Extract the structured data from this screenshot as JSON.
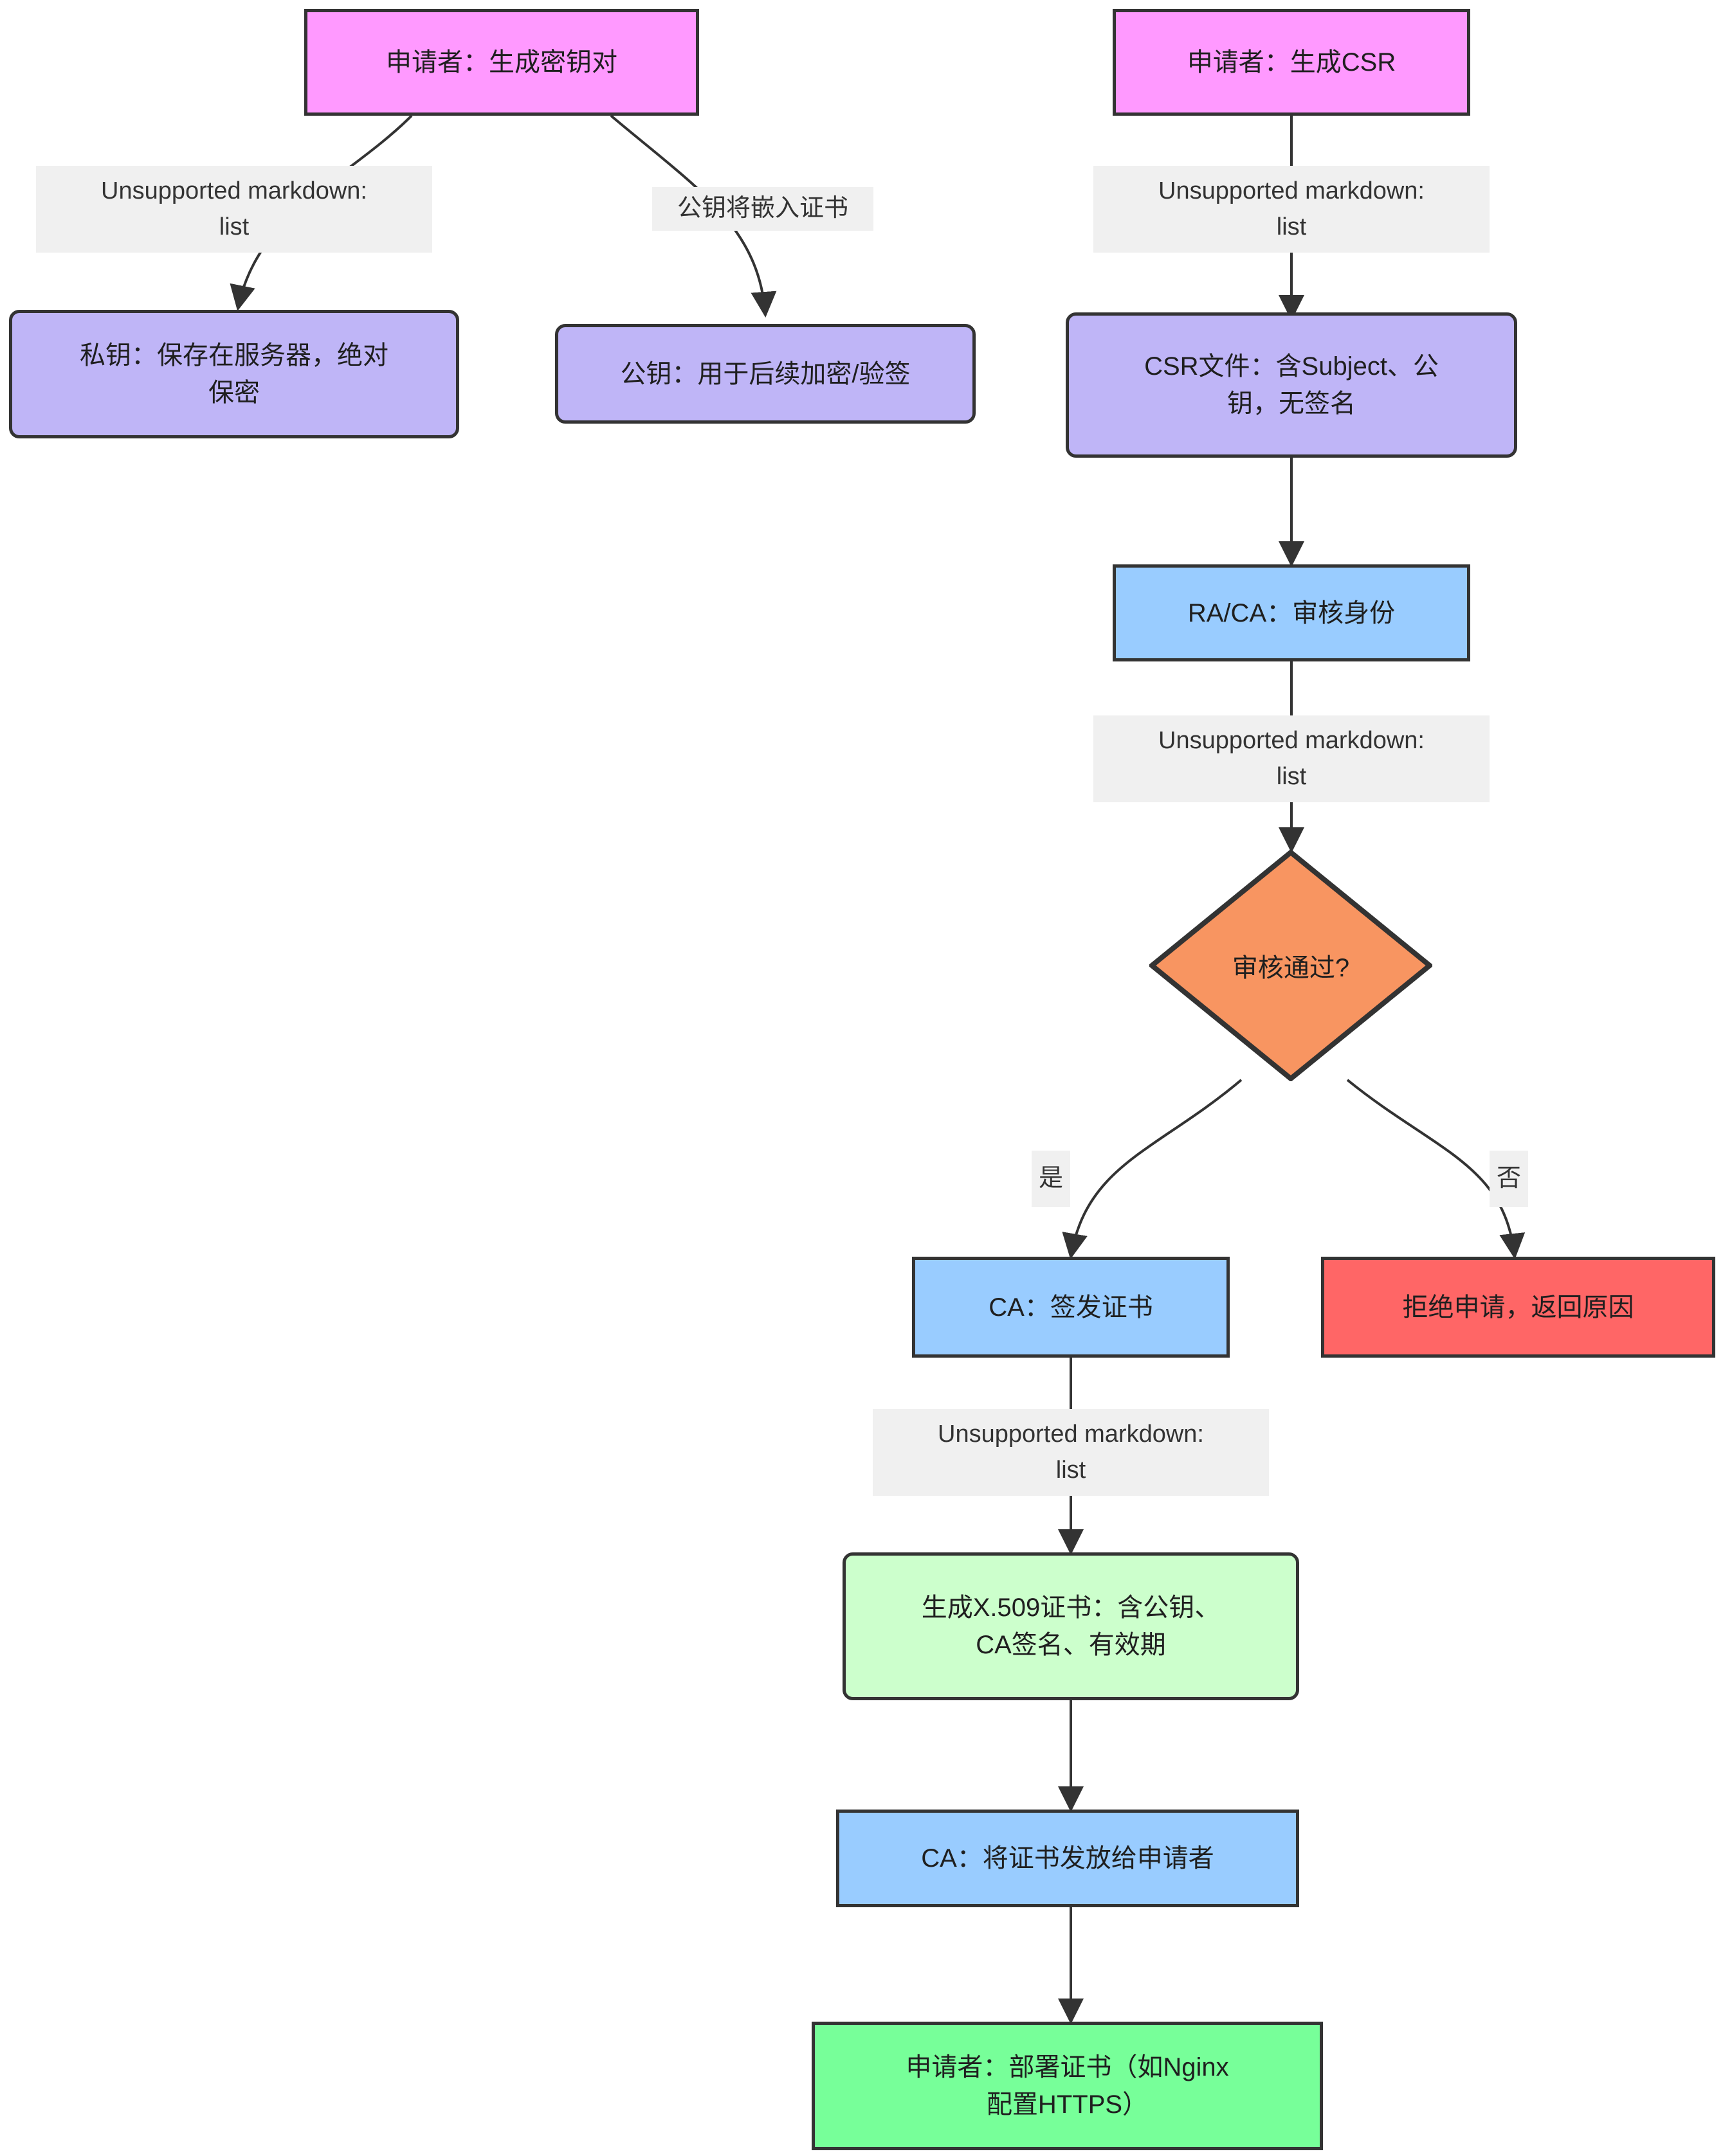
{
  "diagram": {
    "type": "flowchart",
    "direction": "top-down",
    "title_text": "",
    "background": "#ffffff",
    "border_color": "#333333",
    "text_color": "#1f1f1f"
  },
  "palette": {
    "pink": "#ff99ff",
    "lavender": "#bfb5f7",
    "blue": "#99ccff",
    "orange": "#f89561",
    "red": "#ff6666",
    "light_green": "#ccffcc",
    "green": "#77ff99",
    "edge_label_bg": "#f0f0f0"
  },
  "nodes": [
    {
      "id": "keypair",
      "label": "申请者：生成密钥对",
      "shape": "rect",
      "color": "pink"
    },
    {
      "id": "privkey",
      "label": "私钥：保存在服务器，绝对\n保密",
      "shape": "rounded",
      "color": "lavender"
    },
    {
      "id": "pubkey",
      "label": "公钥：用于后续加密/验签",
      "shape": "rounded",
      "color": "lavender"
    },
    {
      "id": "gencsr",
      "label": "申请者：生成CSR",
      "shape": "rect",
      "color": "pink"
    },
    {
      "id": "csrfile",
      "label": "CSR文件：含Subject、公\n钥，无签名",
      "shape": "rounded",
      "color": "lavender"
    },
    {
      "id": "raca",
      "label": "RA/CA：审核身份",
      "shape": "rect",
      "color": "blue"
    },
    {
      "id": "decision",
      "label": "审核通过?",
      "shape": "diamond",
      "color": "orange"
    },
    {
      "id": "issue",
      "label": "CA：签发证书",
      "shape": "rect",
      "color": "blue"
    },
    {
      "id": "reject",
      "label": "拒绝申请，返回原因",
      "shape": "rect",
      "color": "red"
    },
    {
      "id": "x509",
      "label": "生成X.509证书：含公钥、\nCA签名、有效期",
      "shape": "rounded",
      "color": "light_green"
    },
    {
      "id": "deliver",
      "label": "CA：将证书发放给申请者",
      "shape": "rect",
      "color": "blue"
    },
    {
      "id": "deploy",
      "label": "申请者：部署证书（如Nginx\n配置HTTPS）",
      "shape": "rect",
      "color": "green"
    }
  ],
  "edges": [
    {
      "from": "keypair",
      "to": "privkey",
      "label": "Unsupported markdown:\nlist"
    },
    {
      "from": "keypair",
      "to": "pubkey",
      "label": "公钥将嵌入证书"
    },
    {
      "from": "gencsr",
      "to": "csrfile",
      "label": "Unsupported markdown:\nlist"
    },
    {
      "from": "csrfile",
      "to": "raca",
      "label": ""
    },
    {
      "from": "raca",
      "to": "decision",
      "label": "Unsupported markdown:\nlist"
    },
    {
      "from": "decision",
      "to": "issue",
      "label": "是"
    },
    {
      "from": "decision",
      "to": "reject",
      "label": "否"
    },
    {
      "from": "issue",
      "to": "x509",
      "label": "Unsupported markdown:\nlist"
    },
    {
      "from": "x509",
      "to": "deliver",
      "label": ""
    },
    {
      "from": "deliver",
      "to": "deploy",
      "label": ""
    }
  ]
}
